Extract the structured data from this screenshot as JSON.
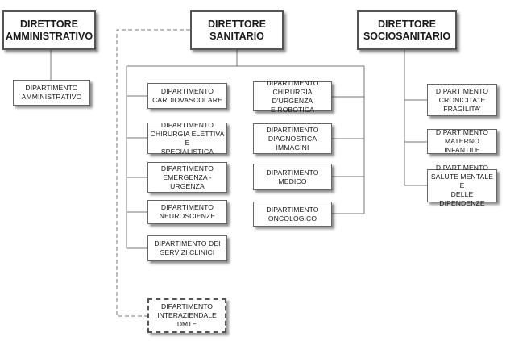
{
  "directors": {
    "administrative": "DIRETTORE\nAMMINISTRATIVO",
    "sanitary": "DIRETTORE\nSANITARIO",
    "sociosanitary": "DIRETTORE\nSOCIOSANITARIO"
  },
  "departments": {
    "administrative": "DIPARTIMENTO\nAMMINISTRATIVO",
    "sanitary_left": [
      "DIPARTIMENTO\nCARDIOVASCOLARE",
      "DIPARTIMENTO\nCHIRURGIA ELETTIVA E\nSPECIALISTICA",
      "DIPARTIMENTO\nEMERGENZA -\nURGENZA",
      "DIPARTIMENTO\nNEUROSCIENZE",
      "DIPARTIMENTO DEI\nSERVIZI CLINICI"
    ],
    "sanitary_right": [
      "DIPARTIMENTO\nCHIRURGIA D'URGENZA\nE ROBOTICA",
      "DIPARTIMENTO\nDIAGNOSTICA\nIMMAGINI",
      "DIPARTIMENTO\nMEDICO",
      "DIPARTIMENTO\nONCOLOGICO"
    ],
    "sociosanitary": [
      "DIPARTIMENTO\nCRONICITA' E\nFRAGILITA'",
      "DIPARTIMENTO\nMATERNO INFANTILE",
      "DIPARTIMENTO\nSALUTE MENTALE E\nDELLE DIPENDENZE"
    ],
    "interaziendale": "DIPARTIMENTO\nINTERAZIENDALE\nDMTE"
  }
}
